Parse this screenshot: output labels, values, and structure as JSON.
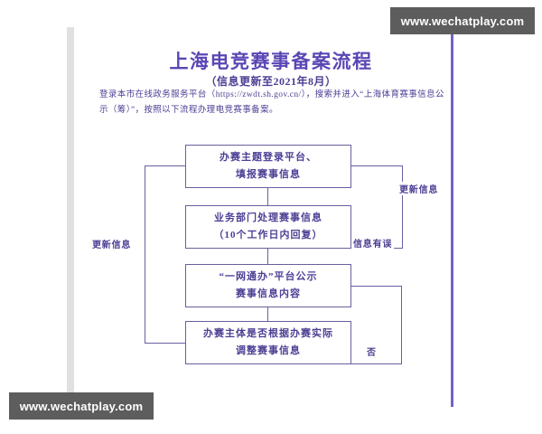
{
  "document": {
    "title": "上海电竞赛事备案流程",
    "subtitle": "（信息更新至2021年8月）",
    "description": "登录本市在线政务服务平台（https://zwdt.sh.gov.cn/），搜索并进入“上海体育赛事信息公示（筹）”，按照以下流程办理电竞赛事备案。"
  },
  "colors": {
    "title_purple": "#5b46b4",
    "text_purple": "#4b3f94",
    "border_purple": "#6a5f9e",
    "rail_purple": "#6f63c9",
    "rail_gray": "#e0e0e0",
    "watermark_bg": "#5d5d5d",
    "page_bg": "#ffffff"
  },
  "flowchart": {
    "type": "flowchart",
    "orientation": "vertical",
    "nodes": [
      {
        "id": "node-1",
        "name": "register-platform",
        "line1": "办赛主题登录平台、",
        "line2": "填报赛事信息"
      },
      {
        "id": "node-2",
        "name": "department-processing",
        "line1": "业务部门处理赛事信息",
        "line2": "（10个工作日内回复）"
      },
      {
        "id": "node-3",
        "name": "public-announcement",
        "line1": "“一网通办”平台公示",
        "line2": "赛事信息内容"
      },
      {
        "id": "node-4",
        "name": "adjust-information",
        "line1": "办赛主体是否根据办赛实际",
        "line2": "调整赛事信息"
      }
    ],
    "edge_labels": [
      {
        "id": "label-update-right",
        "name": "update-info-right",
        "text": "更新信息"
      },
      {
        "id": "label-error",
        "name": "info-error",
        "text": "信息有误"
      },
      {
        "id": "label-update-left",
        "name": "update-info-left",
        "text": "更新信息"
      },
      {
        "id": "label-no",
        "name": "no-branch",
        "text": "否"
      }
    ]
  },
  "watermarks": {
    "top": "www.wechatplay.com",
    "bottom": "www.wechatplay.com"
  }
}
